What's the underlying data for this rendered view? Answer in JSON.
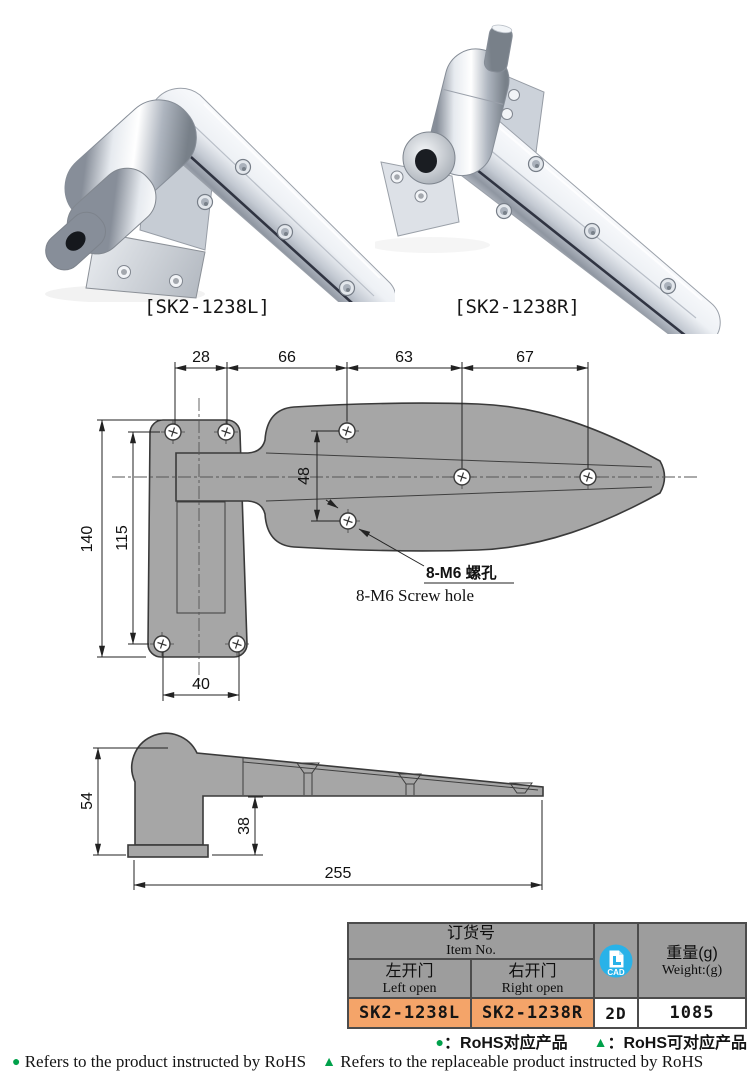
{
  "products": {
    "left_label": "[SK2-1238L]",
    "right_label": "[SK2-1238R]"
  },
  "top_view": {
    "d28": "28",
    "d66": "66",
    "d63": "63",
    "d67": "67",
    "d140": "140",
    "d115": "115",
    "d40": "40",
    "d48": "48",
    "callout_cn": "8-M6 螺孔",
    "callout_en": "8-M6 Screw hole"
  },
  "side_view": {
    "d54": "54",
    "d38": "38",
    "d255": "255"
  },
  "table": {
    "item_no_cn": "订货号",
    "item_no_en": "Item No.",
    "left_open_cn": "左开门",
    "left_open_en": "Left open",
    "right_open_cn": "右开门",
    "right_open_en": "Right open",
    "weight_cn": "重量(g)",
    "weight_en": "Weight:(g)",
    "cad_badge": "CAD",
    "values": {
      "left_item": "SK2-1238L",
      "right_item": "SK2-1238R",
      "cad": "2D",
      "weight": "1085"
    }
  },
  "footer": {
    "sym_circle": "●",
    "sym_triangle": "▲",
    "cn_circle_text": "：RoHS对应产品",
    "cn_triangle_text": "：RoHS可对应产品",
    "en_circle_text": " Refers to the product instructed by RoHS",
    "en_triangle_text": " Refers to the replaceable product instructed by RoHS"
  },
  "colors": {
    "drawing_fill": "#a6a6a6",
    "drawing_outline": "#3a3a3a",
    "table_header_bg": "#9d9d9d",
    "table_orange_bg": "#f4a469",
    "cad_blue": "#29b2e8",
    "rohs_green": "#00a14b",
    "seam_dark": "#232735"
  }
}
